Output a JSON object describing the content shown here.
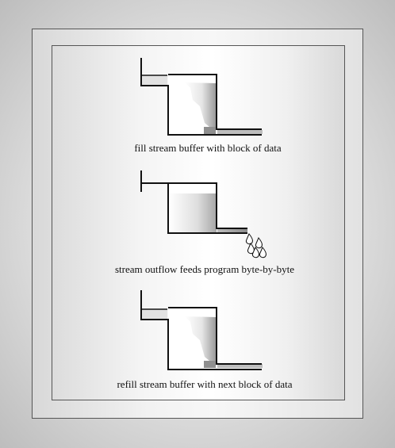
{
  "steps": [
    {
      "caption": "fill stream buffer with block of data",
      "state": "filling"
    },
    {
      "caption": "stream outflow feeds program byte-by-byte",
      "state": "draining"
    },
    {
      "caption": "refill stream buffer with next block of data",
      "state": "filling"
    }
  ]
}
